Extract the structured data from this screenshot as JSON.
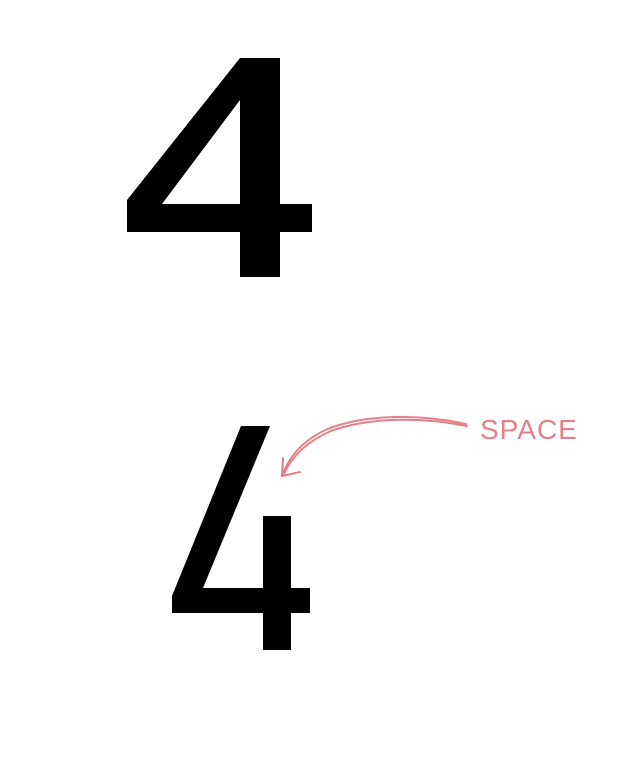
{
  "glyphs": {
    "closed_four": {
      "character": "4"
    },
    "open_four": {
      "character": "4"
    }
  },
  "annotation": {
    "label": "SPACE",
    "color": "#e06b73"
  },
  "colors": {
    "glyph": "#000000",
    "background": "#ffffff"
  }
}
